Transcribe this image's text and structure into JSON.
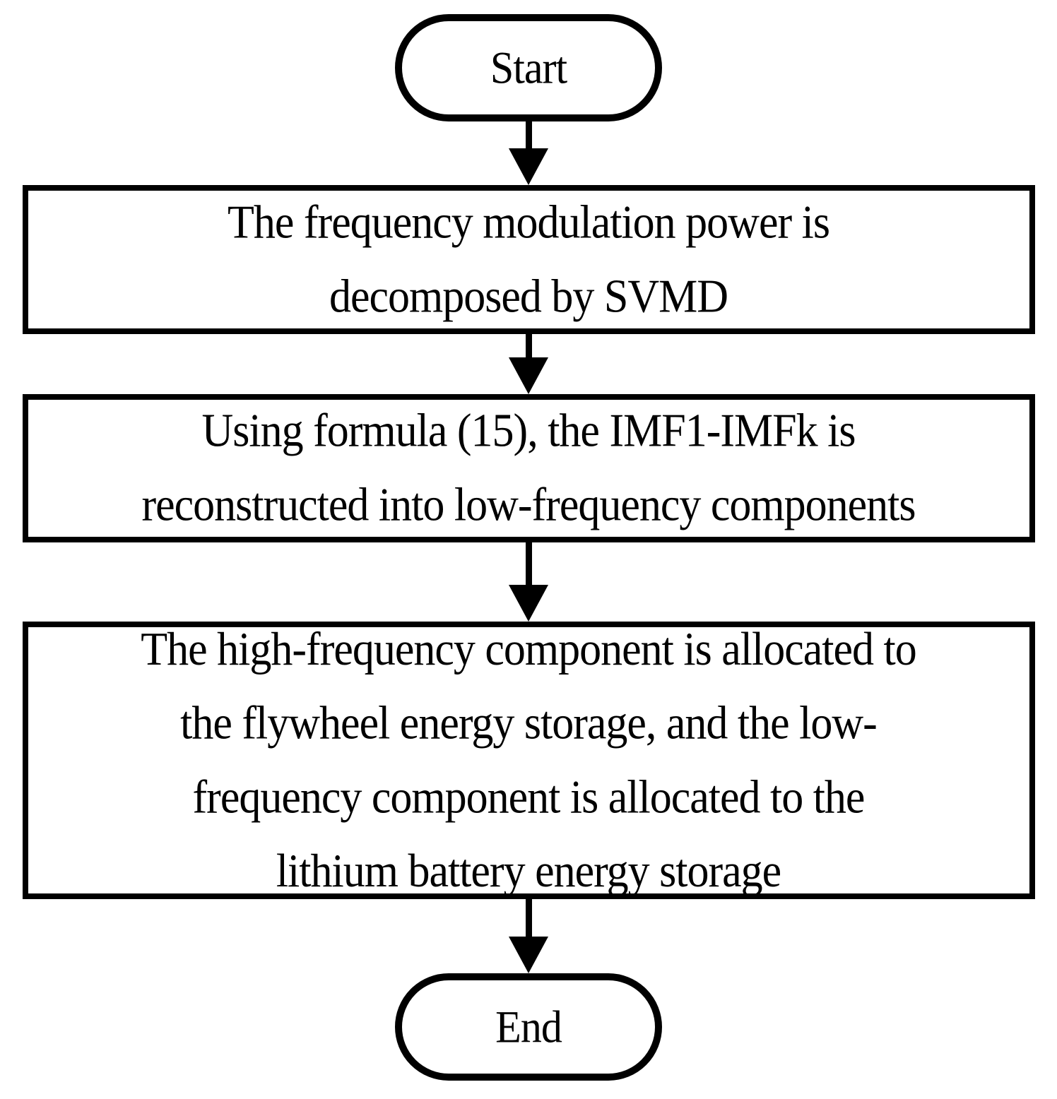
{
  "flowchart": {
    "title": "Frequency modulation power allocation flowchart",
    "colors": {
      "stroke": "#000000",
      "fill": "#ffffff",
      "text": "#000000"
    },
    "nodes": [
      {
        "id": "start",
        "type": "terminator",
        "label": "Start"
      },
      {
        "id": "step1",
        "type": "process",
        "label": "The frequency modulation power is\ndecomposed by SVMD"
      },
      {
        "id": "step2",
        "type": "process",
        "label": "Using formula (15), the IMF1-IMFk is\nreconstructed into low-frequency components"
      },
      {
        "id": "step3",
        "type": "process",
        "label": "The high-frequency component is allocated to\nthe flywheel energy storage, and the low-\nfrequency component is allocated to the\nlithium battery energy storage"
      },
      {
        "id": "end",
        "type": "terminator",
        "label": "End"
      }
    ],
    "edges": [
      {
        "from": "start",
        "to": "step1",
        "direction": "down"
      },
      {
        "from": "step1",
        "to": "step2",
        "direction": "down"
      },
      {
        "from": "step2",
        "to": "step3",
        "direction": "down"
      },
      {
        "from": "step3",
        "to": "end",
        "direction": "down"
      }
    ]
  }
}
